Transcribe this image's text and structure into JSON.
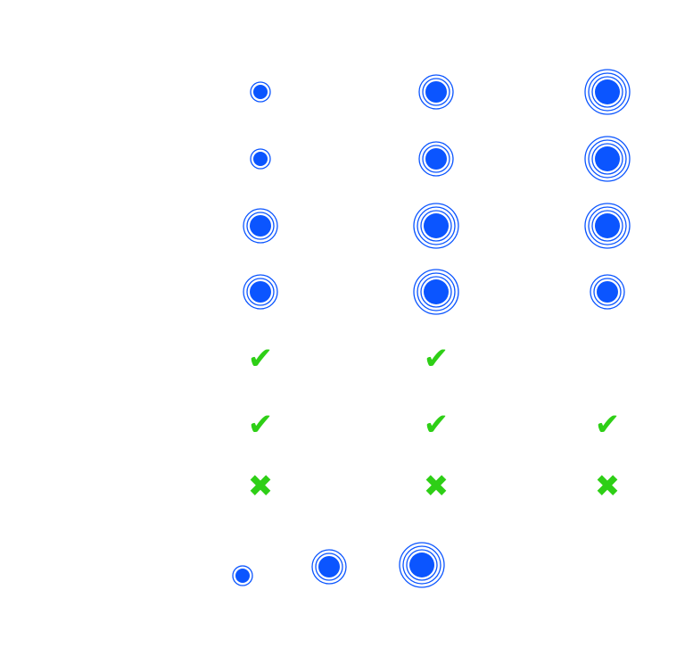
{
  "colors": {
    "blue": "#0b55ff",
    "green": "#2ecf16"
  },
  "icons": {
    "yes": "✔",
    "no": "✖"
  },
  "rows": [
    {
      "row": "r1",
      "cells": [
        {
          "kind": "circle",
          "size": "small",
          "rings": 1
        },
        {
          "kind": "circle",
          "size": "medium",
          "rings": 2
        },
        {
          "kind": "circle",
          "size": "large",
          "rings": 3
        }
      ]
    },
    {
      "row": "r2",
      "cells": [
        {
          "kind": "circle",
          "size": "small",
          "rings": 1
        },
        {
          "kind": "circle",
          "size": "medium",
          "rings": 2
        },
        {
          "kind": "circle",
          "size": "large",
          "rings": 3
        }
      ]
    },
    {
      "row": "r3",
      "cells": [
        {
          "kind": "circle",
          "size": "medium",
          "rings": 2
        },
        {
          "kind": "circle",
          "size": "large",
          "rings": 3
        },
        {
          "kind": "circle",
          "size": "large",
          "rings": 3
        }
      ]
    },
    {
      "row": "r4",
      "cells": [
        {
          "kind": "circle",
          "size": "medium",
          "rings": 2
        },
        {
          "kind": "circle",
          "size": "large",
          "rings": 3
        },
        {
          "kind": "circle",
          "size": "medium",
          "rings": 2
        }
      ]
    },
    {
      "row": "r5",
      "cells": [
        {
          "kind": "yes"
        },
        {
          "kind": "yes"
        },
        {
          "kind": "empty"
        }
      ]
    },
    {
      "row": "r6",
      "cells": [
        {
          "kind": "yes"
        },
        {
          "kind": "yes"
        },
        {
          "kind": "yes"
        }
      ]
    },
    {
      "row": "r7",
      "cells": [
        {
          "kind": "no"
        },
        {
          "kind": "no"
        },
        {
          "kind": "no"
        }
      ]
    }
  ],
  "legend": [
    {
      "size": "small",
      "rings": 1
    },
    {
      "size": "medium",
      "rings": 2
    },
    {
      "size": "large",
      "rings": 3
    }
  ]
}
